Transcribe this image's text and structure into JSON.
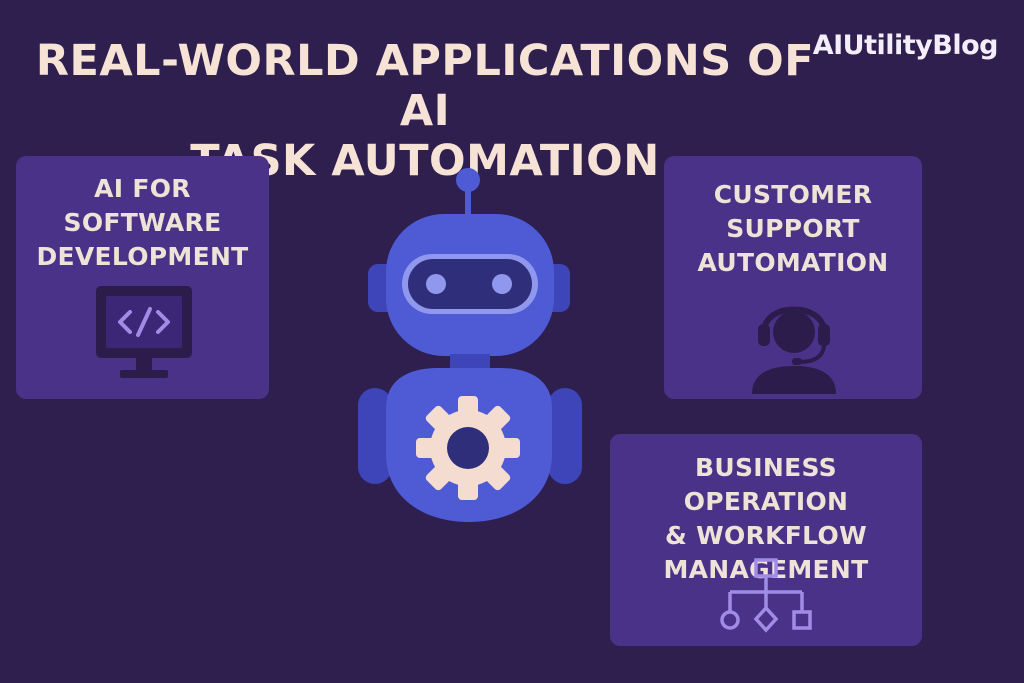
{
  "header": {
    "title_line1": "REAL-WORLD APPLICATIONS OF AI",
    "title_line2": "TASK AUTOMATION",
    "brand": "AIUtilityBlog"
  },
  "cards": {
    "software": {
      "line1": "AI FOR",
      "line2": "SOFTWARE",
      "line3": "DEVELOPMENT",
      "icon": "code-monitor-icon"
    },
    "support": {
      "line1": "CUSTOMER",
      "line2": "SUPPORT",
      "line3": "AUTOMATION",
      "icon": "headset-agent-icon"
    },
    "business": {
      "line1": "BUSINESS OPERATION",
      "line2": "& WORKFLOW",
      "line3": "MANAGEMENT",
      "icon": "workflow-tree-icon"
    }
  },
  "center": {
    "icon": "robot-icon",
    "chest_icon": "gear-icon"
  },
  "colors": {
    "background": "#2e1f4f",
    "card": "#4a3288",
    "title_text": "#f7e3d6",
    "robot_body": "#4f5bd5",
    "robot_dark": "#2f2e7a",
    "gear": "#f5dcd0",
    "icon_stroke": "#a08ce6"
  }
}
